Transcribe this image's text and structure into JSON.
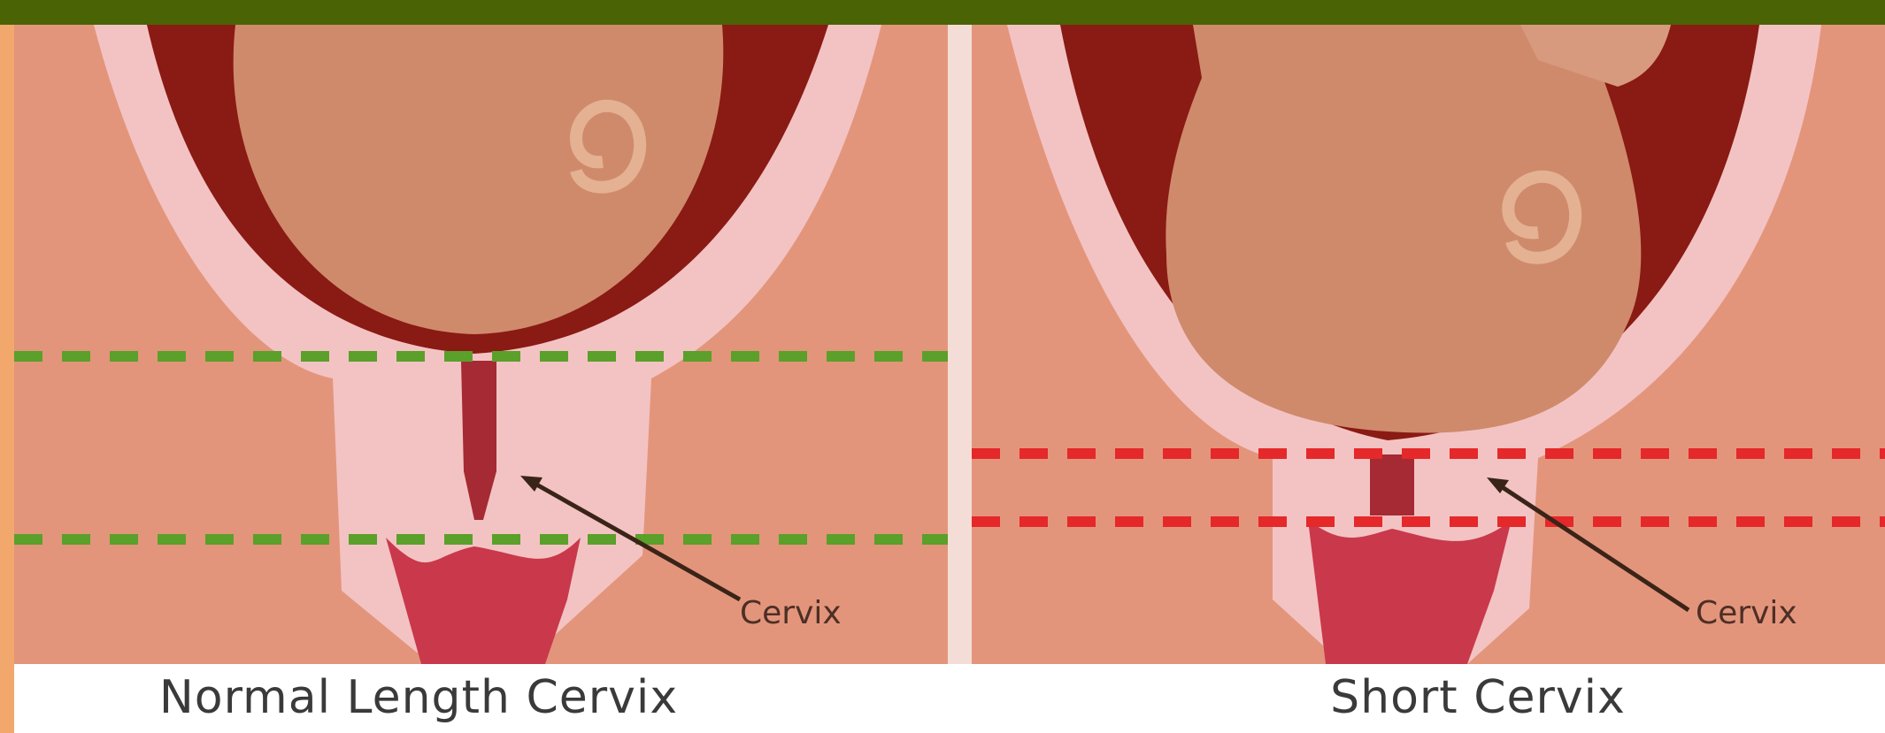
{
  "header": {
    "bar_color": "#4a6305"
  },
  "panels": [
    {
      "id": "normal",
      "caption": "Normal Length Cervix",
      "pointer_label": "Cervix",
      "marker_color": "#5aa02a",
      "measurement_lines": 2
    },
    {
      "id": "short",
      "caption": "Short Cervix",
      "pointer_label": "Cervix",
      "marker_color": "#e5282a",
      "measurement_lines": 2
    }
  ],
  "colors": {
    "skin": "#e3957b",
    "uterus_wall": "#f3c3c3",
    "uterine_cavity": "#8a1a14",
    "fetus": "#cf8a6c",
    "cervix_canal": "#a52a33",
    "vagina": "#c9394b"
  }
}
